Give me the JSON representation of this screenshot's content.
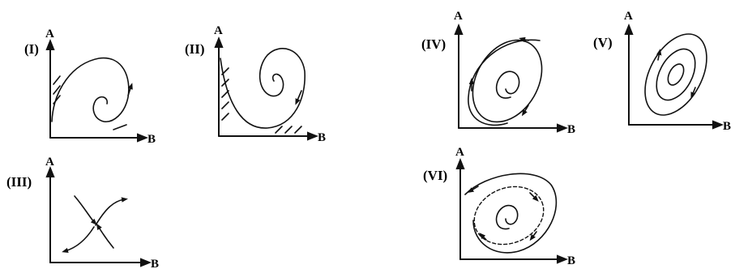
{
  "panels": [
    {
      "id": "I",
      "label": "(I)",
      "y_axis": "A",
      "x_axis": "B"
    },
    {
      "id": "II",
      "label": "(II)",
      "y_axis": "A",
      "x_axis": "B"
    },
    {
      "id": "III",
      "label": "(III)",
      "y_axis": "A",
      "x_axis": "B"
    },
    {
      "id": "IV",
      "label": "(IV)",
      "y_axis": "A",
      "x_axis": "B"
    },
    {
      "id": "V",
      "label": "(V)",
      "y_axis": "A",
      "x_axis": "B"
    },
    {
      "id": "VI",
      "label": "(VI)",
      "y_axis": "A",
      "x_axis": "B"
    }
  ]
}
